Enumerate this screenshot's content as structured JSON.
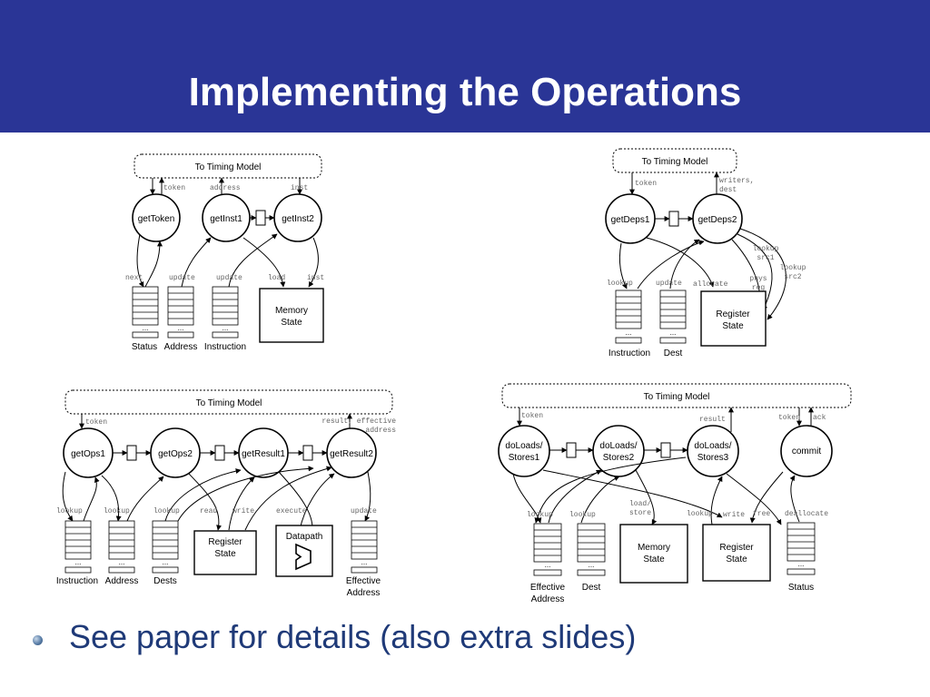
{
  "slide": {
    "title": "Implementing the Operations",
    "bullet": "See paper for details (also extra slides)"
  },
  "colors": {
    "title_bar": "#2a3596",
    "bullet_text": "#1f3a78"
  },
  "diagrams": {
    "fetch": {
      "timing_box": "To Timing Model",
      "nodes": [
        "getToken",
        "getInst1",
        "getInst2"
      ],
      "top_labels": [
        "token",
        "address",
        "inst"
      ],
      "bottom_labels": [
        "next",
        "update",
        "update",
        "load",
        "inst"
      ],
      "queues": [
        "Status",
        "Address",
        "Instruction"
      ],
      "state_box": "Memory State"
    },
    "decode": {
      "timing_box": "To Timing Model",
      "nodes": [
        "getDeps1",
        "getDeps2"
      ],
      "top_labels": [
        "token",
        "writers,",
        "dest"
      ],
      "side_labels": [
        "lookup",
        "src1",
        "lookup",
        "src2",
        "phys",
        "reg"
      ],
      "bottom_labels": [
        "lookup",
        "update",
        "allocate"
      ],
      "queues": [
        "Instruction",
        "Dest"
      ],
      "state_box": "Register State"
    },
    "execute": {
      "timing_box": "To Timing Model",
      "nodes": [
        "getOps1",
        "getOps2",
        "getResult1",
        "getResult2"
      ],
      "top_labels": [
        "token",
        "result, effective",
        "address"
      ],
      "bottom_labels": [
        "lookup",
        "lookup",
        "lookup",
        "read",
        "write",
        "execute",
        "update"
      ],
      "queues": [
        "Instruction",
        "Address",
        "Dests"
      ],
      "last_queue": [
        "Effective",
        "Address"
      ],
      "state_boxes": [
        "Register State",
        "Datapath"
      ]
    },
    "memory": {
      "timing_box": "To Timing Model",
      "nodes": [
        "doLoads/ Stores1",
        "doLoads/ Stores2",
        "doLoads/ Stores3",
        "commit"
      ],
      "top_labels": [
        "token",
        "result",
        "token",
        "ack"
      ],
      "bottom_labels": [
        "lookup",
        "lookup",
        "load/",
        "store",
        "lookup",
        "write",
        "free",
        "deallocate"
      ],
      "queues": [
        "Effective Address",
        "Dest"
      ],
      "last_queue": "Status",
      "state_boxes": [
        "Memory State",
        "Register State"
      ]
    }
  }
}
